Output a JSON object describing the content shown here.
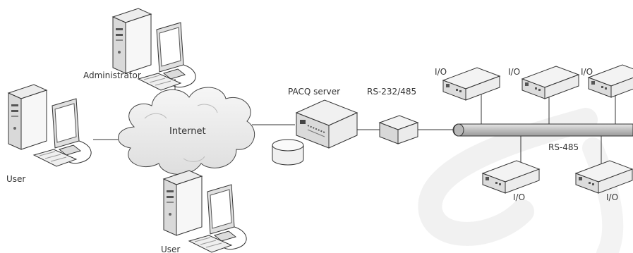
{
  "labels": {
    "administrator": "Administrator",
    "user_left": "User",
    "user_bottom": "User",
    "internet": "Internet",
    "pacq_server": "PACQ server",
    "converter": "RS-232/485",
    "bus": "RS-485",
    "io": [
      "I/O",
      "I/O",
      "I/O",
      "I/O",
      "I/O"
    ]
  },
  "colors": {
    "line": "#333333",
    "device_fill": "#f4f4f4",
    "device_dark": "#cfcfcf",
    "cloud_fill": "#eeeeee",
    "bus_fill": "#c8c8c8",
    "watermark": "#f0f0f0"
  }
}
